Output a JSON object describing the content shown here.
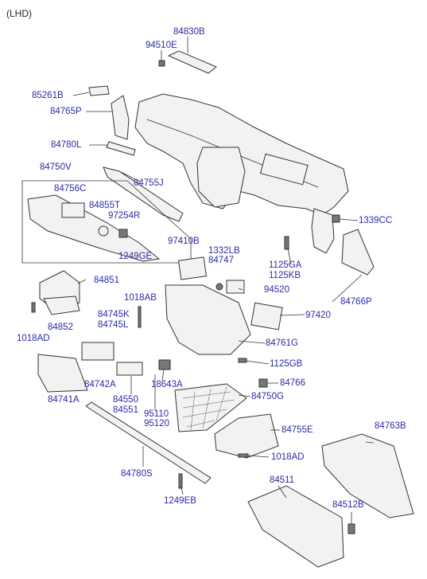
{
  "corner_note": "(LHD)",
  "colors": {
    "label": "#2a2aa8",
    "line": "#333333",
    "part_fill": "#f2f2f2"
  },
  "labels": {
    "p84830B": "84830B",
    "p94510E": "94510E",
    "p85261B": "85261B",
    "p84765P": "84765P",
    "p84780L": "84780L",
    "p84750V": "84750V",
    "p84756C": "84756C",
    "p84755J": "84755J",
    "p84855T": "84855T",
    "p97254R": "97254R",
    "p1339CC": "1339CC",
    "p97410B": "97410B",
    "p1125GA": "1125GA",
    "p1125KB": "1125KB",
    "p1249GE": "1249GE",
    "p1332LB": "1332LB",
    "p84747": "84747",
    "p84851": "84851",
    "p94520": "94520",
    "p84766P": "84766P",
    "p1018AB": "1018AB",
    "p97420": "97420",
    "p84745K": "84745K",
    "p84745L": "84745L",
    "p84852": "84852",
    "p1018AD_left": "1018AD",
    "p84761G": "84761G",
    "p1125GB": "1125GB",
    "p84742A": "84742A",
    "p18643A": "18643A",
    "p84766": "84766",
    "p84741A": "84741A",
    "p84550": "84550",
    "p84551": "84551",
    "p84750G": "84750G",
    "p95110": "95110",
    "p95120": "95120",
    "p84755E": "84755E",
    "p84763B": "84763B",
    "p1018AD_right": "1018AD",
    "p84780S": "84780S",
    "p84511": "84511",
    "p84512B": "84512B",
    "p1249EB": "1249EB"
  }
}
